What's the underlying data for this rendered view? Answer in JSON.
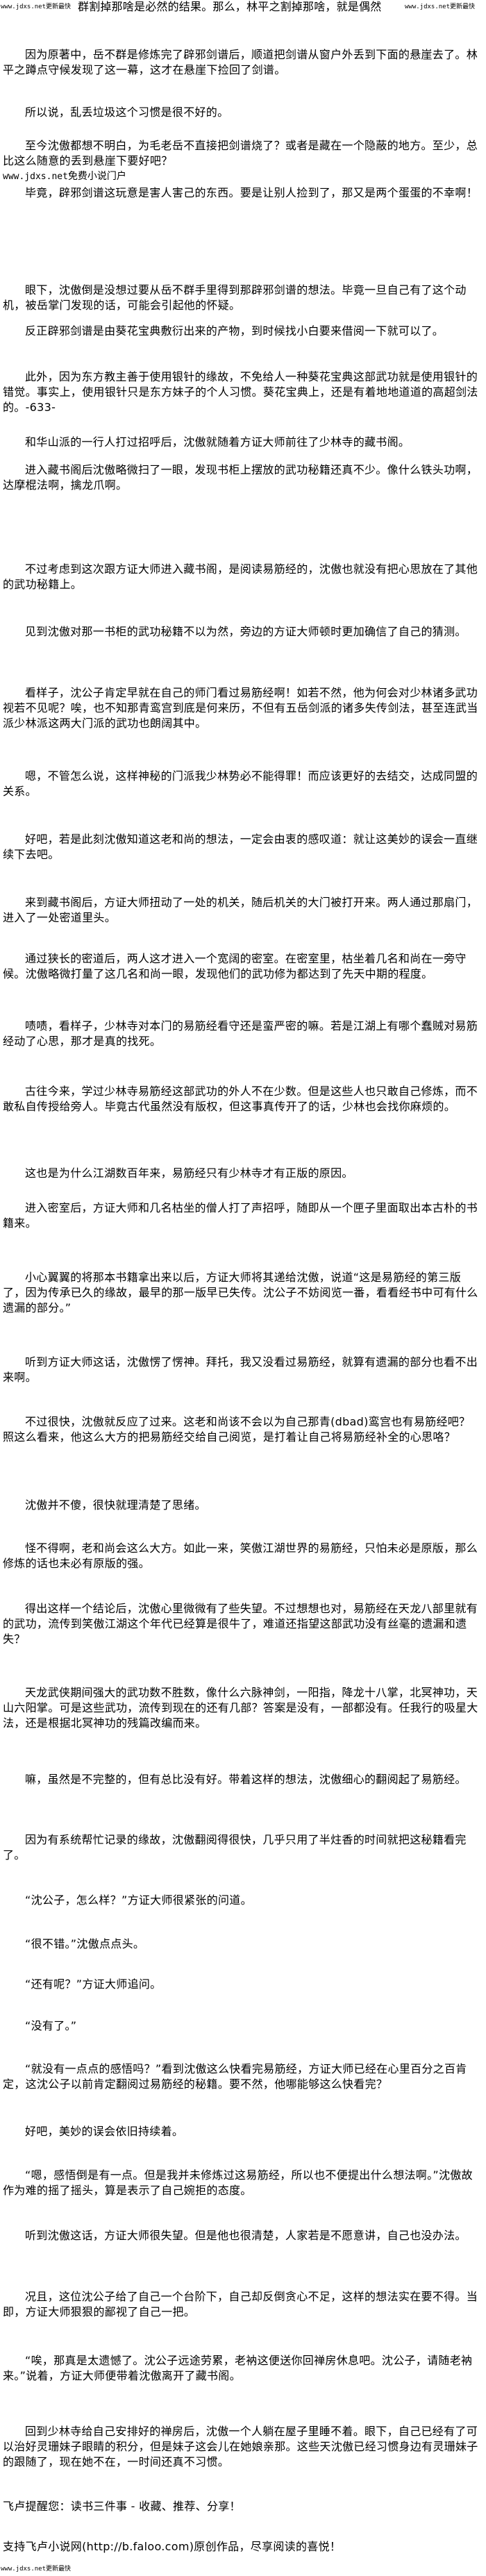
{
  "watermark": "www.jdxs.net更新最快",
  "top_fragment": "群割掉那啥是必然的结果。那么，林平之割掉那啥，就是偶然",
  "portal": {
    "domain": "www.jdxs.net",
    "text": "免费小说门户"
  },
  "paragraphs": [
    "因为原著中，岳不群是修炼完了辟邪剑谱后，顺道把剑谱从窗户外丢到下面的悬崖去了。林平之蹲点守候发现了这一幕，这才在悬崖下捡回了剑谱。",
    "所以说，乱丢垃圾这个习惯是很不好的。",
    "至今沈傲都想不明白，为毛老岳不直接把剑谱烧了？或者是藏在一个隐蔽的地方。至少，总比这么随意的丢到悬崖下要好吧？",
    "毕竟，辟邪剑谱这玩意是害人害己的东西。要是让别人捡到了，那又是两个蛋蛋的不幸啊！",
    "眼下，沈傲倒是没想过要从岳不群手里得到那辟邪剑谱的想法。毕竟一旦自己有了这个动机，被岳掌门发现的话，可能会引起他的怀疑。",
    "反正辟邪剑谱是由葵花宝典敷衍出来的产物，到时候找小白要来借阅一下就可以了。",
    "此外，因为东方教主善于使用银针的缘故，不免给人一种葵花宝典这部武功就是使用银针的错觉。事实上，使用银针只是东方妹子的个人习惯。葵花宝典上，还是有着地地道道的高超剑法的。-633-",
    "和华山派的一行人打过招呼后，沈傲就随着方证大师前往了少林寺的藏书阁。",
    "进入藏书阁后沈傲略微扫了一眼，发现书柜上摆放的武功秘籍还真不少。像什么铁头功啊，达摩棍法啊，擒龙爪啊。",
    "不过考虑到这次跟方证大师进入藏书阁，是阅读易筋经的，沈傲也就没有把心思放在了其他的武功秘籍上。",
    "见到沈傲对那一书柜的武功秘籍不以为然，旁边的方证大师顿时更加确信了自己的猜测。",
    "看样子，沈公子肯定早就在自己的师门看过易筋经啊！如若不然，他为何会对少林诸多武功视若不见呢？唉，也不知那青鸾宫到底是何来历，不但有五岳剑派的诸多失传剑法，甚至连武当派少林派这两大门派的武功也朗阔其中。",
    "嗯，不管怎么说，这样神秘的门派我少林势必不能得罪！而应该更好的去结交，达成同盟的关系。",
    "好吧，若是此刻沈傲知道这老和尚的想法，一定会由衷的感叹道：就让这美妙的误会一直继续下去吧。",
    "来到藏书阁后，方证大师扭动了一处的机关，随后机关的大门被打开来。两人通过那扇门，进入了一处密道里头。",
    "通过狭长的密道后，两人这才进入一个宽阔的密室。在密室里，枯坐着几名和尚在一旁守候。沈傲略微打量了这几名和尚一眼，发现他们的武功修为都达到了先天中期的程度。",
    "啧啧，看样子，少林寺对本门的易筋经看守还是蛮严密的嘛。若是江湖上有哪个蠢贼对易筋经动了心思，那才是真的找死。",
    "古往今来，学过少林寺易筋经这部武功的外人不在少数。但是这些人也只敢自己修炼，而不敢私自传授给旁人。毕竟古代虽然没有版权，但这事真传开了的话，少林也会找你麻烦的。",
    "这也是为什么江湖数百年来，易筋经只有少林寺才有正版的原因。",
    "进入密室后，方证大师和几名枯坐的僧人打了声招呼，随即从一个匣子里面取出本古朴的书籍来。",
    "小心翼翼的将那本书籍拿出来以后，方证大师将其递给沈傲，说道“这是易筋经的第三版了，因为传承已久的缘故，最早的那一版早已失传。沈公子不妨阅览一番，看看经书中可有什么遗漏的部分。”",
    "听到方证大师这话，沈傲愣了愣神。拜托，我又没看过易筋经，就算有遗漏的部分也看不出来啊。",
    "不过很快，沈傲就反应了过来。这老和尚该不会以为自己那青(dbad)鸾宫也有易筋经吧？照这么看来，他这么大方的把易筋经交给自己阅览，是打着让自己将易筋经补全的心思咯？",
    "沈傲并不傻，很快就理清楚了思绪。",
    "怪不得啊，老和尚会这么大方。如此一来，笑傲江湖世界的易筋经，只怕未必是原版，那么修炼的话也未必有原版的强。",
    "得出这样一个结论后，沈傲心里微微有了些失望。不过想想也对，易筋经在天龙八部里就有的武功，流传到笑傲江湖这个年代已经算是很牛了，难道还指望这部武功没有丝毫的遗漏和遗失？",
    "天龙武侠期间强大的武功数不胜数，像什么六脉神剑，一阳指，降龙十八掌，北冥神功，天山六阳掌。可是这些武功，流传到现在的还有几部？答案是没有，一部都没有。任我行的吸星大法，还是根据北冥神功的残篇改编而来。",
    "嘛，虽然是不完整的，但有总比没有好。带着这样的想法，沈傲细心的翻阅起了易筋经。",
    "因为有系统帮忙记录的缘故，沈傲翻阅得很快，几乎只用了半炷香的时间就把这秘籍看完了。",
    "“沈公子，怎么样？”方证大师很紧张的问道。",
    "“很不错。”沈傲点点头。",
    "“还有呢？”方证大师追问。",
    "“没有了。”",
    "“就没有一点点的感悟吗？”看到沈傲这么快看完易筋经，方证大师已经在心里百分之百肯定，这沈公子以前肯定翻阅过易筋经的秘籍。要不然，他哪能够这么快看完？",
    "好吧，美妙的误会依旧持续着。",
    "“嗯，感悟倒是有一点。但是我并未修炼过这易筋经，所以也不便提出什么想法啊。”沈傲故作为难的摇了摇头，算是表示了自己婉拒的态度。",
    "听到沈傲这话，方证大师很失望。但是他也很清楚，人家若是不愿意讲，自己也没办法。",
    "况且，这位沈公子给了自己一个台阶下，自己却反倒贪心不足，这样的想法实在要不得。当即，方证大师狠狠的鄙视了自己一把。",
    "“唉，那真是太遗憾了。沈公子远途劳累，老衲这便送你回禅房休息吧。沈公子，请随老衲来。”说着，方证大师便带着沈傲离开了藏书阁。",
    "回到少林寺给自己安排好的禅房后，沈傲一个人躺在屋子里睡不着。眼下，自己已经有了可以治好灵珊妹子眼睛的积分，但是妹子这会儿在她娘亲那。这些天沈傲已经习惯身边有灵珊妹子的跟随了，现在她不在，一时间还真不习惯。"
  ],
  "footer": {
    "reminder": "飞卢提醒您：读书三件事 - 收藏、推荐、分享！",
    "support": "支持飞卢小说网(http://b.faloo.com)原创作品，尽享阅读的喜悦！"
  }
}
